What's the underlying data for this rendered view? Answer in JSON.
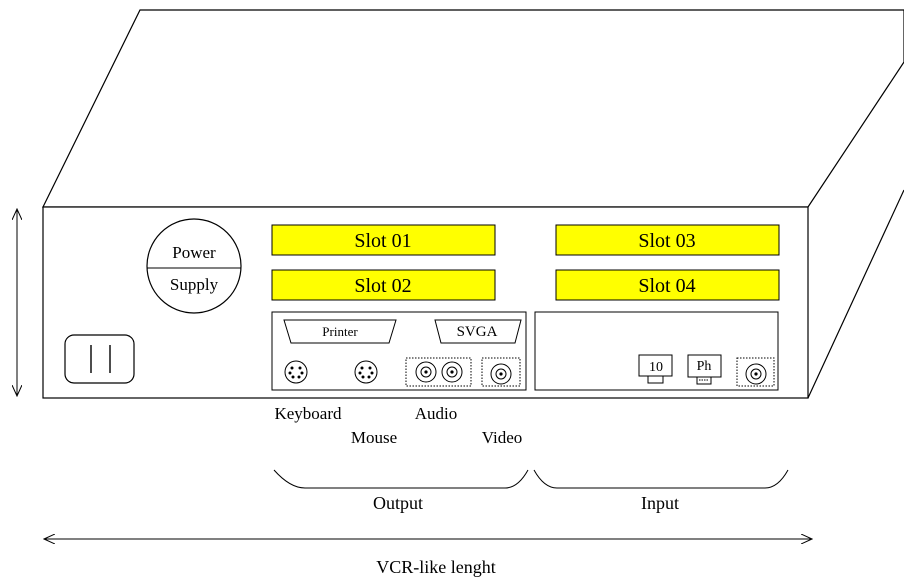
{
  "colors": {
    "slot_fill": "#ffff00",
    "line": "#000000",
    "background": "#ffffff"
  },
  "power_supply": {
    "top": "Power",
    "bottom": "Supply"
  },
  "slots": {
    "slot1": "Slot 01",
    "slot2": "Slot 02",
    "slot3": "Slot 03",
    "slot4": "Slot 04"
  },
  "output_panel": {
    "printer": "Printer",
    "svga": "SVGA"
  },
  "input_panel": {
    "network": "10",
    "phone": "Ph"
  },
  "port_labels": {
    "keyboard": "Keyboard",
    "mouse": "Mouse",
    "audio": "Audio",
    "video": "Video"
  },
  "groups": {
    "output": "Output",
    "input": "Input"
  },
  "dimension": {
    "length": "VCR-like lenght"
  },
  "icons": {
    "power_socket": "power-socket-icon",
    "ps2_port": "ps2-port-icon",
    "rca_jack": "rca-jack-icon",
    "rj45": "rj45-port-icon",
    "rj11": "rj11-port-icon"
  }
}
